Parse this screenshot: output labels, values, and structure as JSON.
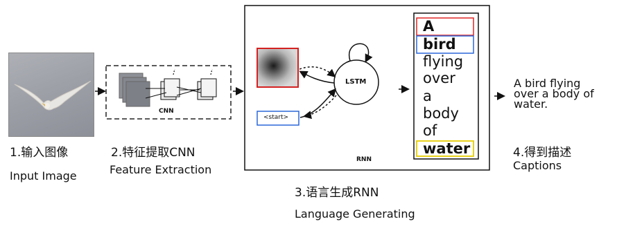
{
  "steps": {
    "input": {
      "cn": "1.输入图像",
      "en": "Input Image"
    },
    "cnn": {
      "cn": "2.特征提取CNN",
      "en": "Feature Extraction",
      "box_label": "CNN"
    },
    "rnn": {
      "cn": "3.语言生成RNN",
      "en": "Language Generating",
      "box_label": "RNN",
      "cell_label": "LSTM",
      "start_token": "<start>"
    },
    "captions": {
      "cn": "4.得到描述",
      "en": "Captions"
    }
  },
  "caption_words": [
    "A",
    "bird",
    "flying",
    "over",
    "a",
    "body",
    "of",
    "water"
  ],
  "highlight_colors": {
    "A": "#e02424",
    "bird": "#2a66d8",
    "water": "#e8d21a"
  },
  "output_caption_lines": [
    "A bird flying",
    "over a body of",
    "water."
  ]
}
